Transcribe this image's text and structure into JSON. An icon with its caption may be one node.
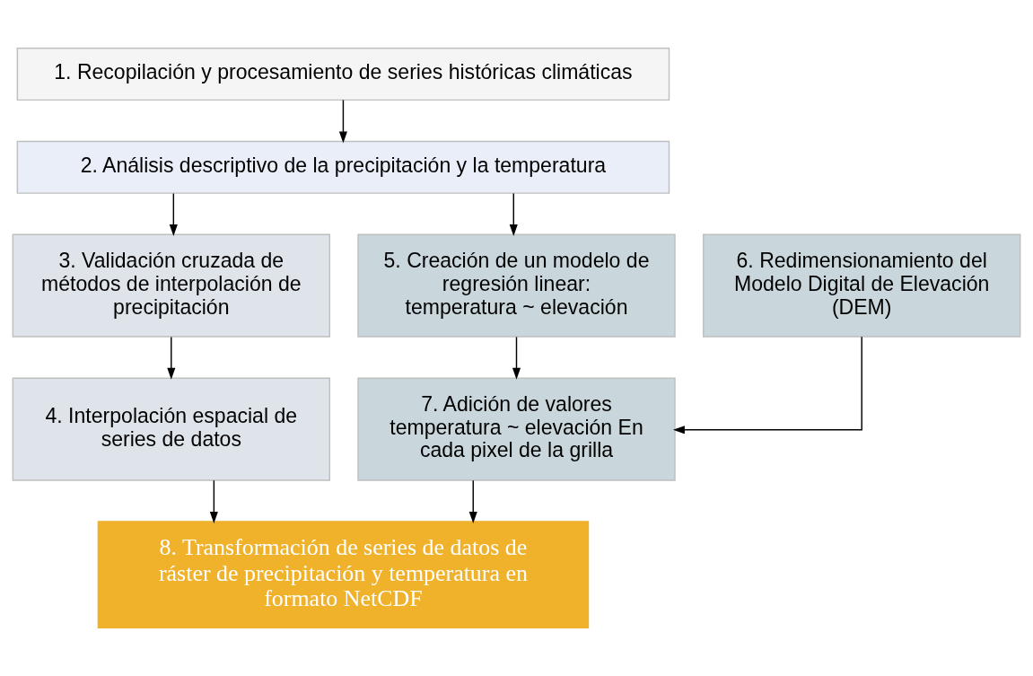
{
  "diagram": {
    "nodes": [
      {
        "text": [
          "1. Recopilación y procesamiento de series históricas climáticas"
        ]
      },
      {
        "text": [
          "2. Análisis descriptivo de la precipitación y la temperatura"
        ]
      },
      {
        "text": [
          "3. Validación cruzada de métodos de interpolación de precipitación"
        ]
      },
      {
        "text": [
          "5. Creación de un modelo de regresión linear: temperatura ~ elevación"
        ]
      },
      {
        "text": [
          "6. Redimensionamiento del Modelo Digital de Elevación (DEM)"
        ]
      },
      {
        "text": [
          "4. Interpolación espacial de series de datos"
        ]
      },
      {
        "text": [
          "7. Adición de valores temperatura ~ elevación En cada pixel de la grilla"
        ]
      },
      {
        "text": [
          "8. Transformación de series de datos de ráster de precipitación y temperatura en formato NetCDF"
        ]
      }
    ],
    "edges": [
      {
        "from": 0,
        "to": 1,
        "arrow": "to"
      },
      {
        "from": 1,
        "to": 2,
        "arrow": "to"
      },
      {
        "from": 1,
        "to": 3,
        "arrow": "to"
      },
      {
        "from": 2,
        "to": 5,
        "arrow": "to"
      },
      {
        "from": 3,
        "to": 6,
        "arrow": "to"
      },
      {
        "from": 4,
        "to": 6,
        "arrow": "to"
      },
      {
        "from": 5,
        "to": 7,
        "arrow": "to"
      },
      {
        "from": 6,
        "to": 7,
        "arrow": "to"
      }
    ]
  }
}
